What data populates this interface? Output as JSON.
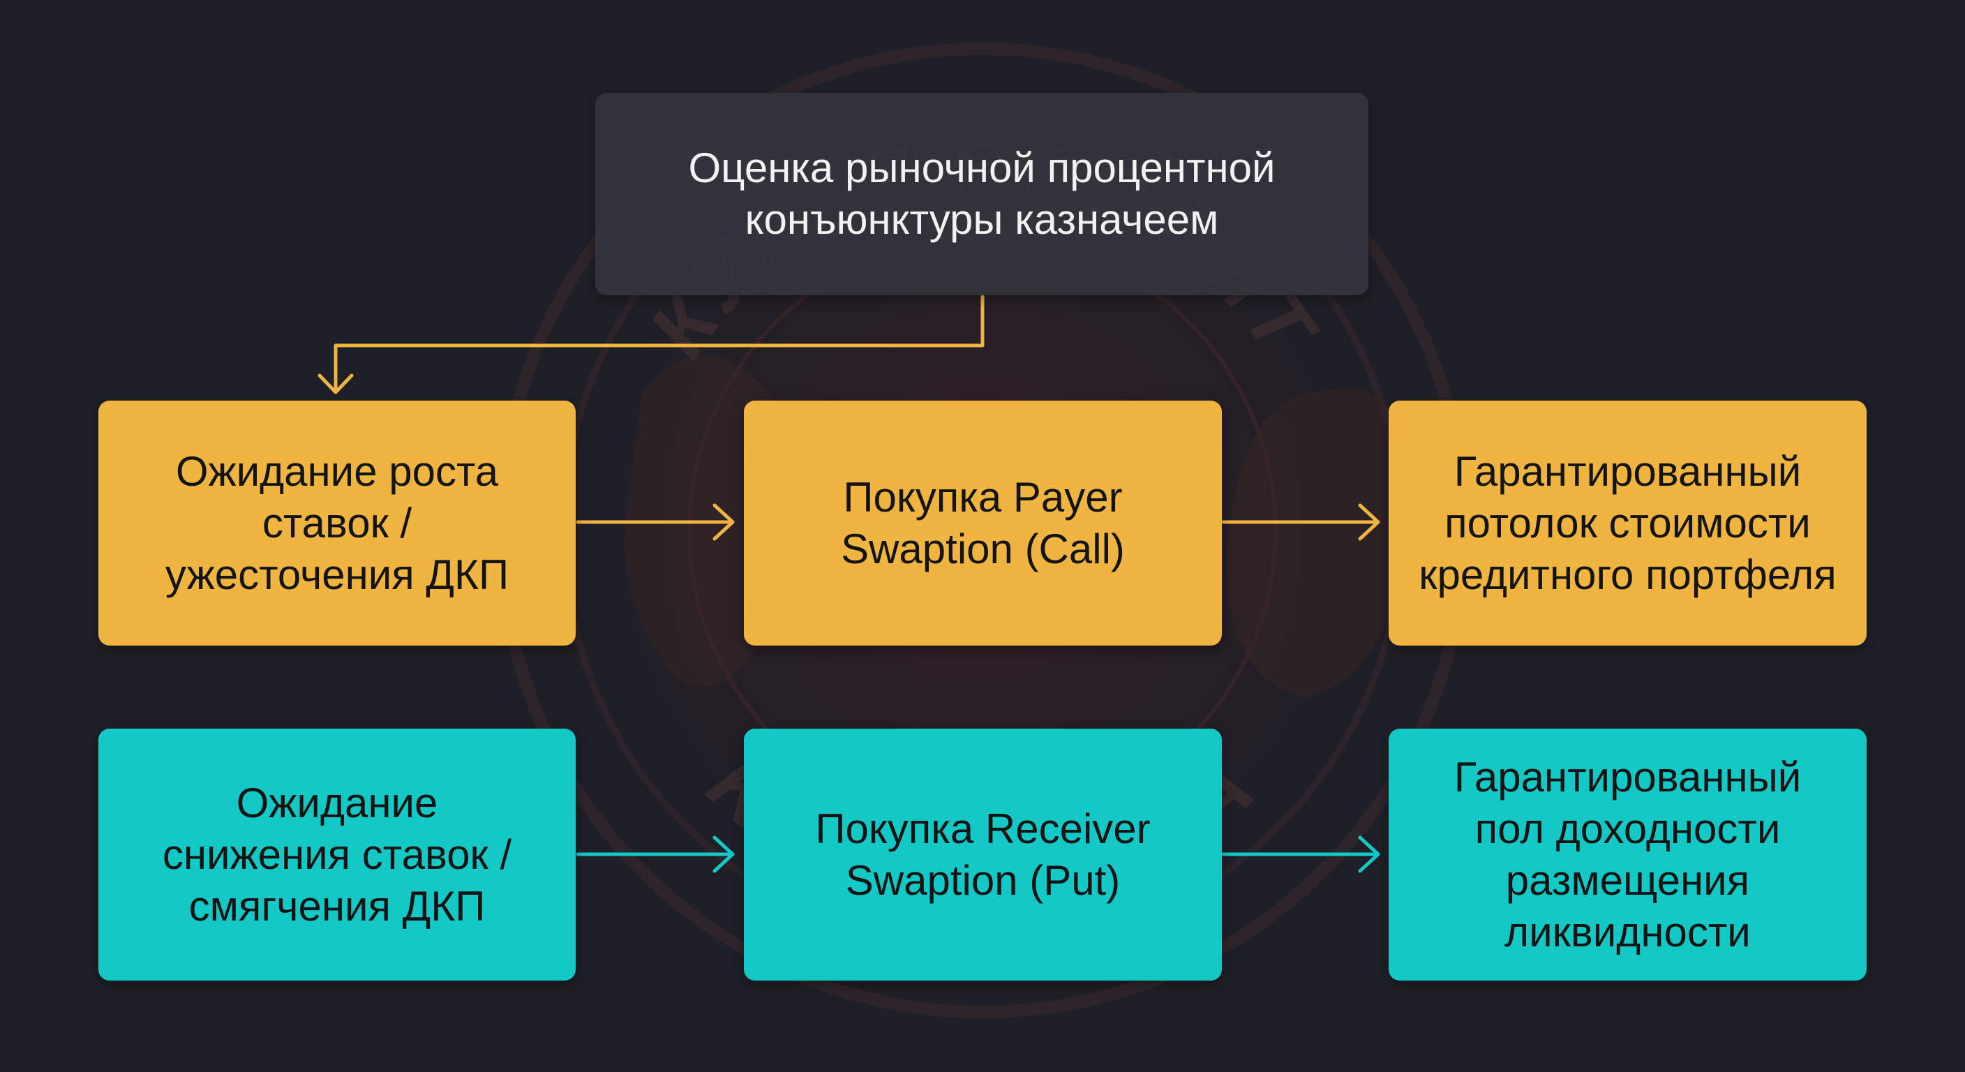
{
  "watermark": {
    "top_text": "КУЛЬТ ПРОФИТ",
    "bottom_text": "KULTPROFITA"
  },
  "root": {
    "text": "Оценка рыночной процентной\nконъюнктуры казначеем"
  },
  "rows": [
    {
      "color": "#f0b440",
      "nodes": [
        {
          "text": "Ожидание роста\nставок /\nужесточения ДКП"
        },
        {
          "text": "Покупка Payer\nSwaption (Call)"
        },
        {
          "text": "Гарантированный\nпотолок стоимости\nкредитного портфеля"
        }
      ]
    },
    {
      "color": "#14c9c5",
      "nodes": [
        {
          "text": "Ожидание\nснижения ставок /\nсмягчения ДКП"
        },
        {
          "text": "Покупка Receiver\nSwaption (Put)"
        },
        {
          "text": "Гарантированный\nпол доходности\nразмещения\nликвидности"
        }
      ]
    }
  ],
  "colors": {
    "background": "#1f1f27",
    "root_box": "#34353f",
    "amber": "#f0b440",
    "cyan": "#14c9c5",
    "watermark": "#6a2a2a"
  }
}
